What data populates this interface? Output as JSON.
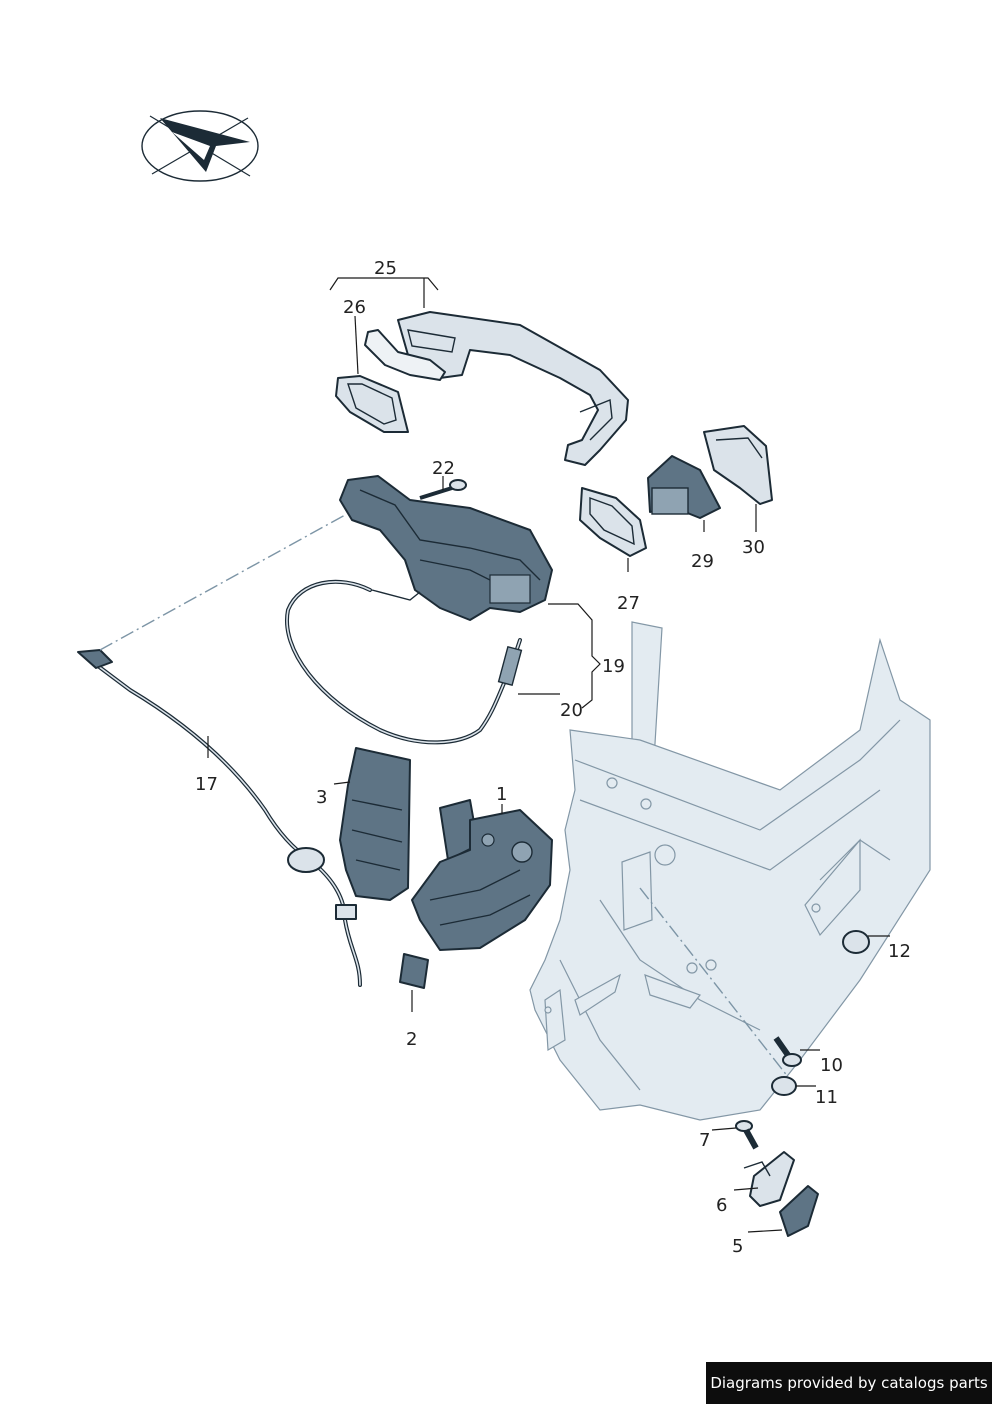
{
  "footer": {
    "credit": "Diagrams provided by catalogs parts"
  },
  "callouts": {
    "c1": "1",
    "c2": "2",
    "c3": "3",
    "c5": "5",
    "c6": "6",
    "c7": "7",
    "c10": "10",
    "c11": "11",
    "c12": "12",
    "c17": "17",
    "c19": "19",
    "c20": "20",
    "c22": "22",
    "c25": "25",
    "c26": "26",
    "c27": "27",
    "c29": "29",
    "c30": "30"
  },
  "colors": {
    "outline": "#1c2b36",
    "part_fill": "#dbe3ea",
    "door_fill": "#e3ebf1",
    "badge_bg": "#0d0d0d"
  },
  "icons": {
    "orientation": "orientation-arrow-icon"
  }
}
